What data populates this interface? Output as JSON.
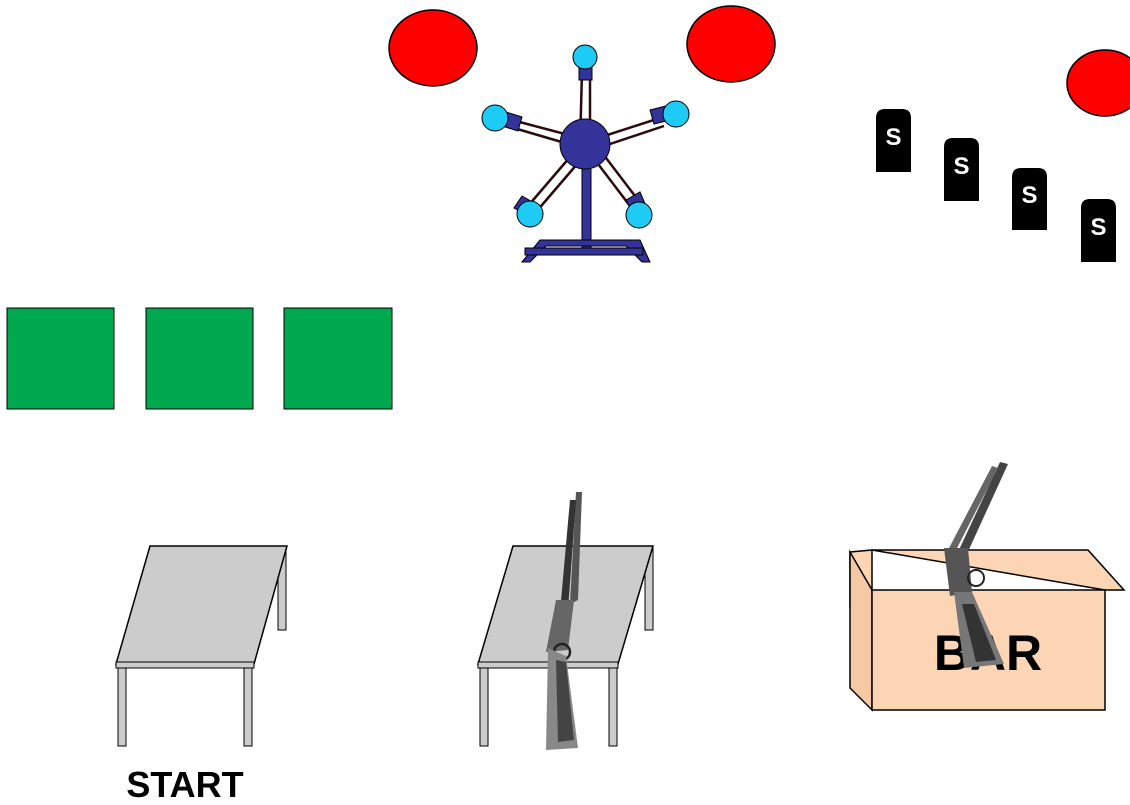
{
  "labels": {
    "start": "START",
    "bar_box": "BAR",
    "steel_plate_letter": "S"
  },
  "elements": {
    "round_targets": {
      "count": 3,
      "color": "#ff0000"
    },
    "spinner_target": {
      "hub_color": "#333399",
      "tip_color": "#1ecbf5",
      "arm_color": "#2a0a0a"
    },
    "steel_plates": {
      "count": 4,
      "color": "#000000"
    },
    "green_targets": {
      "count": 3,
      "color": "#00a850"
    },
    "tables": {
      "count": 2,
      "color": "#cccccc"
    },
    "bar_box": {
      "color": "#fcd5b4"
    }
  },
  "icons": [
    "rifle-icon",
    "shotgun-icon"
  ]
}
